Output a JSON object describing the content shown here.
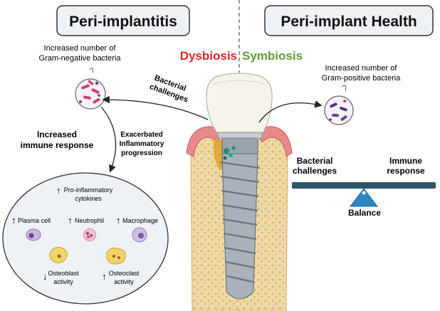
{
  "left_panel": {
    "title": "Peri-implantitis",
    "bacteria_caption_line1": "Increased number of",
    "bacteria_caption_line2": "Gram-negative bacteria",
    "bacterial_challenges_line1": "Bacterial",
    "bacterial_challenges_line2": "challenges",
    "immune_line1": "Increased",
    "immune_line2": "immune response",
    "exacerbated_line1": "Exacerbated",
    "exacerbated_line2": "Inflammatory",
    "exacerbated_line3": "progression"
  },
  "right_panel": {
    "title": "Peri-implant Health",
    "bacteria_caption_line1": "Increased number of",
    "bacteria_caption_line2": "Gram-positive bacteria",
    "balance_left_line1": "Bacterial",
    "balance_left_line2": "challenges",
    "balance_right_line1": "Immune",
    "balance_right_line2": "response",
    "balance_label": "Balance"
  },
  "center": {
    "dysbiosis": "Dysbiosis",
    "symbiosis": "Symbiosis"
  },
  "cells": {
    "cytokines_line1": "Pro-inflammatory",
    "cytokines_line2": "cytokines",
    "plasma_cell": "Plasma cell",
    "neutrophil": "Neutrophil",
    "macrophage": "Macrophage",
    "osteoblast_line1": "Osteoblast",
    "osteoblast_line2": "activity",
    "osteoclast_line1": "Osteoclast",
    "osteoclast_line2": "activity"
  },
  "colors": {
    "dysbiosis": "#d9262b",
    "symbiosis": "#5a9e3a",
    "beam": "#2e5466",
    "fulcrum": "#2e86c1",
    "bone": "#efd9a6",
    "gum": "#e78a8a"
  }
}
